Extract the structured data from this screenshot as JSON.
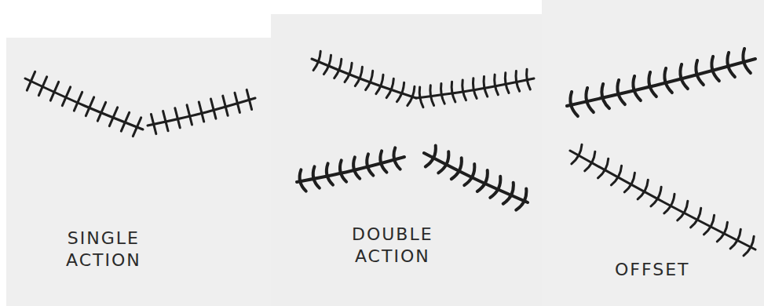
{
  "diagram": {
    "labels": [
      "SINGLE ACTION",
      "DOUBLE ACTION",
      "OFFSET"
    ]
  }
}
